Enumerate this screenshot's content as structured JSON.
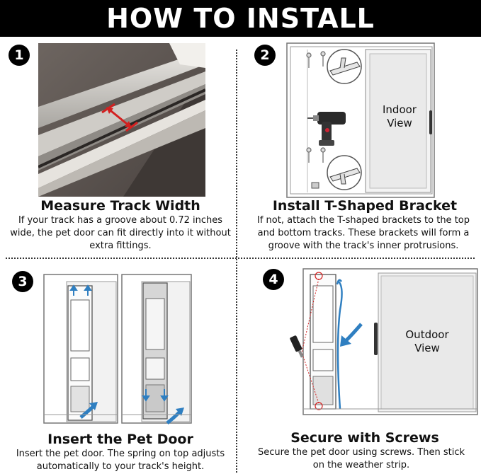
{
  "header": {
    "title": "HOW TO INSTALL"
  },
  "steps": [
    {
      "number": "1",
      "title": "Measure Track Width",
      "description": "If your track has a groove about 0.72 inches wide, the pet door can fit directly into it without extra fittings."
    },
    {
      "number": "2",
      "title": "Install T-Shaped Bracket",
      "description": "If not, attach the T-shaped brackets to the top and bottom tracks. These brackets will form a groove with the track's inner protrusions.",
      "panel_label": "Indoor View"
    },
    {
      "number": "3",
      "title": "Insert the Pet Door",
      "description": "Insert the pet door. The spring on top adjusts automatically to your track's height."
    },
    {
      "number": "4",
      "title": "Secure with Screws",
      "description": "Secure the pet door using screws. Then stick on the weather strip.",
      "panel_label": "Outdoor View"
    }
  ],
  "colors": {
    "header_bg": "#000000",
    "accent_red": "#d32020",
    "accent_blue": "#2f7fc1"
  }
}
